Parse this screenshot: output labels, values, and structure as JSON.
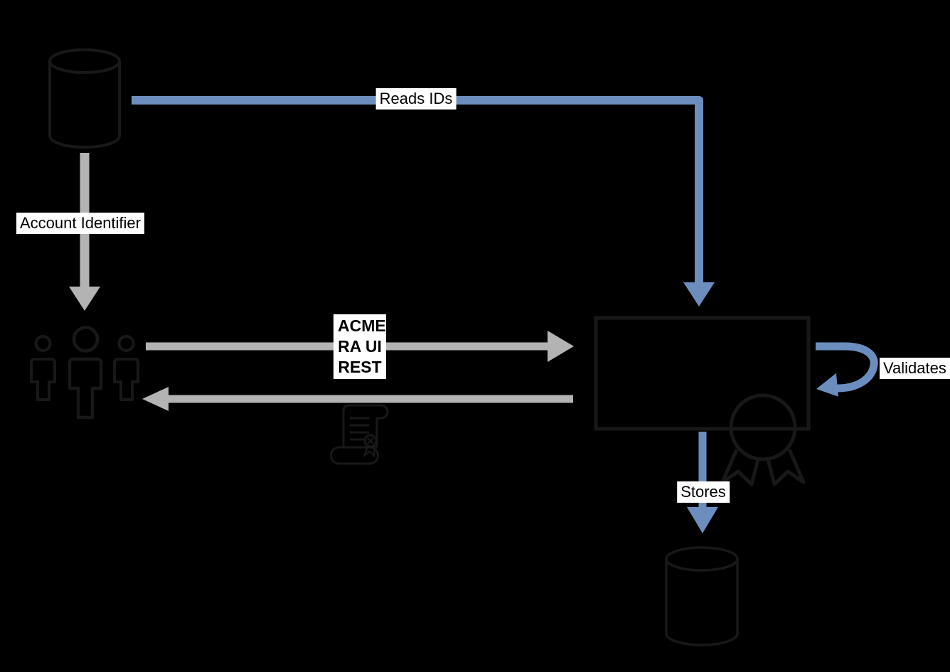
{
  "colors": {
    "background": "#000000",
    "arrow_blue": "#6c8ebf",
    "arrow_gray": "#b3b3b3",
    "shape_stroke": "#181818",
    "label_bg": "#ffffff",
    "label_text": "#000000"
  },
  "labels": {
    "reads_ids": "Reads IDs",
    "account_identifier": "Account Identifier",
    "acme_line1": "ACME",
    "acme_line2": "RA UI",
    "acme_line3": "REST",
    "validates": "Validates",
    "stores": "Stores"
  },
  "nodes": {
    "source_database": "database-cylinder",
    "users": "user-group",
    "service_box": "process-box-with-certificate-ribbon",
    "certificate_scroll": "certificate-scroll",
    "target_database": "database-cylinder"
  },
  "edges": [
    {
      "id": "reads-ids",
      "label": "Reads IDs",
      "color": "blue",
      "from": "source_database",
      "to": "service_box"
    },
    {
      "id": "account-identifier",
      "label": "Account Identifier",
      "color": "gray",
      "from": "source_database",
      "to": "users"
    },
    {
      "id": "request",
      "label": "ACME RA UI REST",
      "color": "gray",
      "from": "users",
      "to": "service_box"
    },
    {
      "id": "response",
      "label": "",
      "color": "gray",
      "from": "service_box",
      "to": "users"
    },
    {
      "id": "validates",
      "label": "Validates",
      "color": "blue",
      "from": "service_box",
      "to": "service_box"
    },
    {
      "id": "stores",
      "label": "Stores",
      "color": "blue",
      "from": "service_box",
      "to": "target_database"
    }
  ]
}
